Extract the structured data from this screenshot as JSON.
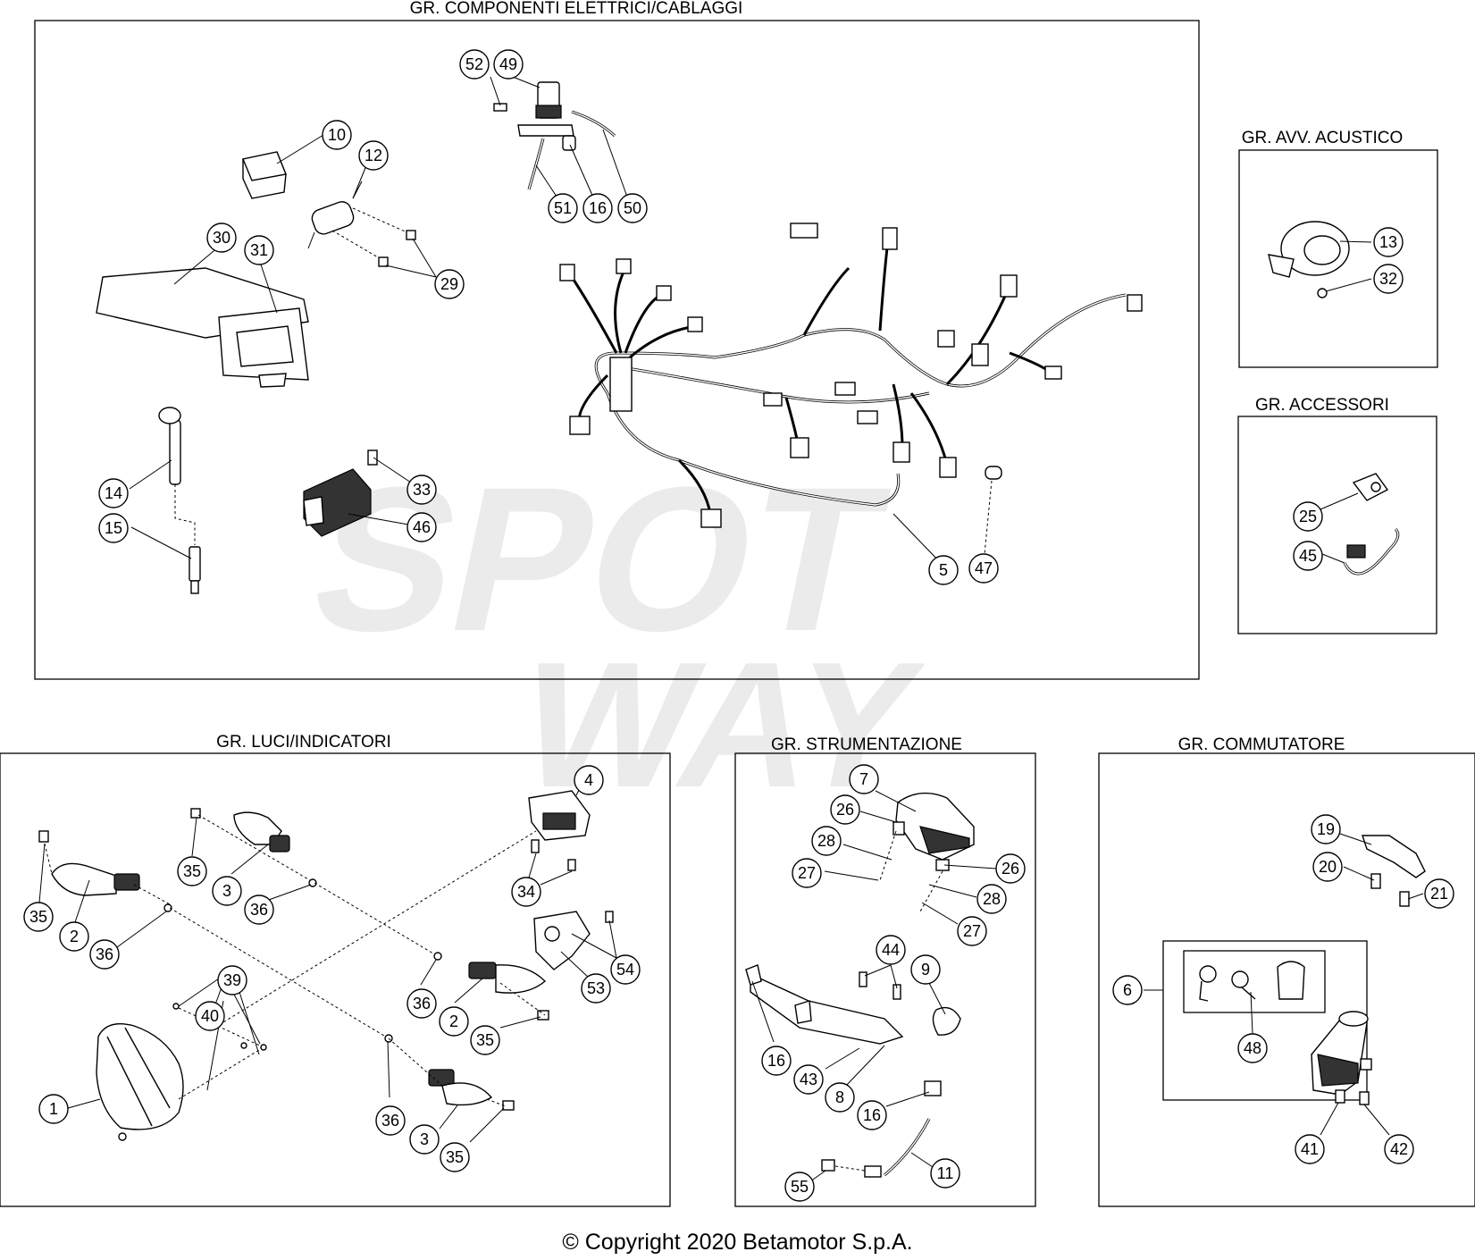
{
  "panels": {
    "electrical": {
      "title": "GR. COMPONENTI ELETTRICI/CABLAGGI"
    },
    "horn": {
      "title": "GR. AVV. ACUSTICO"
    },
    "accessories": {
      "title": "GR. ACCESSORI"
    },
    "lights": {
      "title": "GR. LUCI/INDICATORI"
    },
    "instruments": {
      "title": "GR. STRUMENTAZIONE"
    },
    "switch": {
      "title": "GR. COMMUTATORE"
    }
  },
  "callouts": {
    "electrical": [
      "52",
      "49",
      "10",
      "12",
      "51",
      "16",
      "50",
      "30",
      "31",
      "29",
      "14",
      "33",
      "15",
      "46",
      "5",
      "47"
    ],
    "horn": [
      "13",
      "32"
    ],
    "accessories": [
      "25",
      "45"
    ],
    "lights": [
      "4",
      "35",
      "3",
      "36",
      "34",
      "35",
      "2",
      "36",
      "54",
      "53",
      "39",
      "40",
      "36",
      "2",
      "35",
      "1",
      "36",
      "3",
      "35"
    ],
    "instruments": [
      "7",
      "26",
      "28",
      "27",
      "26",
      "28",
      "27",
      "44",
      "9",
      "16",
      "43",
      "8",
      "16",
      "11",
      "55"
    ],
    "switch": [
      "19",
      "20",
      "21",
      "6",
      "48",
      "41",
      "42"
    ]
  },
  "footer": {
    "copyright": "© Copyright 2020 Betamotor S.p.A."
  }
}
